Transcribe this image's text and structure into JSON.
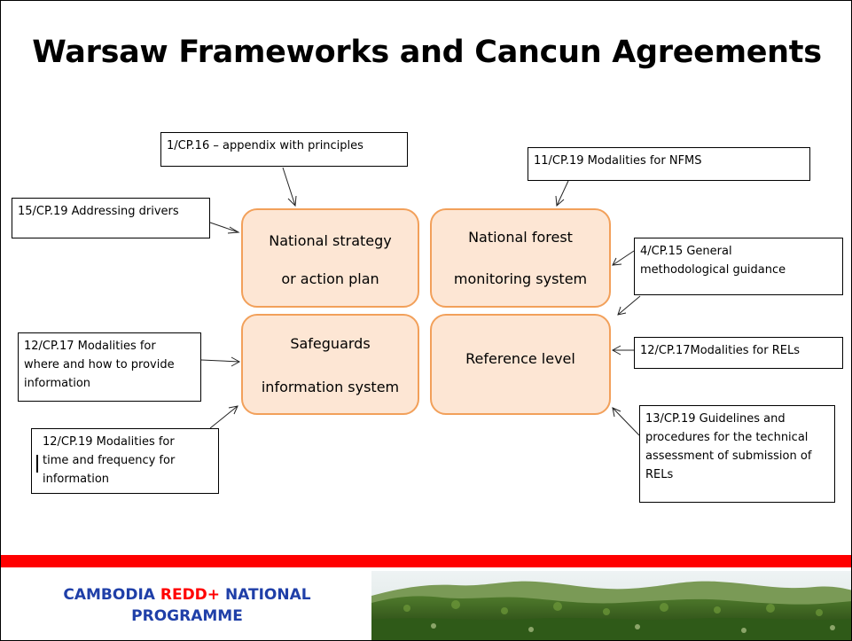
{
  "title": "Warsaw Frameworks and Cancun Agreements",
  "center_boxes": {
    "strategy": {
      "line1": "National strategy",
      "line2": "or action plan"
    },
    "nfms": {
      "line1": "National forest",
      "line2": "monitoring system"
    },
    "safeguards": {
      "line1": "Safeguards",
      "line2": "information system"
    },
    "reference": {
      "line1": "Reference level"
    }
  },
  "notes": {
    "cp16": [
      "1/CP.16 – appendix with principles"
    ],
    "cp19_11": [
      "11/CP.19 Modalities for NFMS"
    ],
    "cp19_15": [
      "15/CP.19 Addressing drivers"
    ],
    "cp15_4": [
      "4/CP.15 General",
      "methodological guidance"
    ],
    "cp17_12_info": [
      "12/CP.17 Modalities for",
      "where and how to provide",
      "information"
    ],
    "cp17_12_rel": [
      "12/CP.17Modalities for RELs"
    ],
    "cp19_12": [
      "12/CP.19 Modalities for",
      "time and frequency for",
      "information"
    ],
    "cp19_13": [
      "13/CP.19 Guidelines and",
      "procedures for the technical",
      "assessment of submission of",
      "RELs"
    ]
  },
  "footer": {
    "part1": "CAMBODIA ",
    "part2": "REDD+",
    "part3": " NATIONAL",
    "line2": "PROGRAMME"
  },
  "colors": {
    "box_border": "#f2a05a",
    "box_fill": "#fde6d4",
    "bar": "#ff0000",
    "footer_blue": "#1f3fa8"
  }
}
